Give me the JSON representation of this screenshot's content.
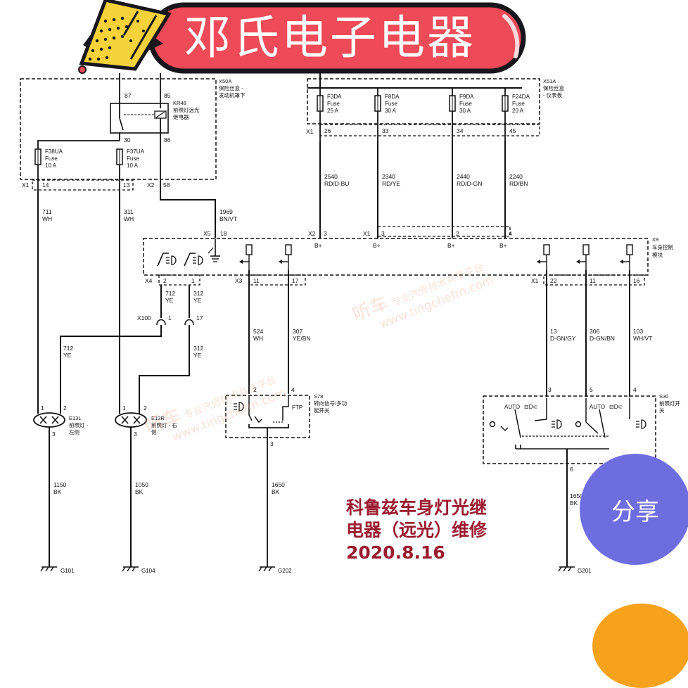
{
  "banner": {
    "title": "邓氏电子电器"
  },
  "caption": {
    "line1": "科鲁兹车身灯光继",
    "line2": "电器（远光）维修",
    "line3": "2020.8.16"
  },
  "share_label": "分享",
  "watermarks": [
    {
      "brand": "听车",
      "tagline": "专业汽修技术共享平台",
      "url": "www.tingchefm.com"
    },
    {
      "brand": "听车",
      "tagline": "专业汽修技术共享平台",
      "url": "www.tingchefm.com"
    }
  ],
  "colors": {
    "banner_fill": "#ef4a57",
    "banner_border": "#17161c",
    "caption": "#9b1b30",
    "share": "#6d6de0",
    "accent_orange": "#f7a21b",
    "party_yellow": "#f6d23a"
  },
  "diagram": {
    "x50a": {
      "id": "X50A",
      "name1": "保险丝盒 -",
      "name2": "发动机罩下"
    },
    "kr48": {
      "id": "KR48",
      "name1": "前照灯远光",
      "name2": "继电器",
      "pins": [
        "87",
        "85",
        "30",
        "86"
      ]
    },
    "f38ua": {
      "id": "F38UA",
      "type": "Fuse",
      "rating": "10 A"
    },
    "f37ua": {
      "id": "F37UA",
      "type": "Fuse",
      "rating": "10 A"
    },
    "x50a_conn": {
      "x1": "X1",
      "p14": "14",
      "p13": "13",
      "x2": "X2",
      "p58": "58"
    },
    "w711": {
      "num": "711",
      "color": "WH"
    },
    "w311": {
      "num": "311",
      "color": "WH"
    },
    "w1969": {
      "num": "1969",
      "color": "BN/VT"
    },
    "x51a": {
      "id": "X51A",
      "name1": "保险丝盒",
      "name2": "- 仪表板"
    },
    "fuses51": [
      {
        "id": "F3DA",
        "type": "Fuse",
        "rating": "25 A",
        "pin": "26"
      },
      {
        "id": "F8DA",
        "type": "Fuse",
        "rating": "30 A",
        "pin": "33"
      },
      {
        "id": "F9DA",
        "type": "Fuse",
        "rating": "30 A",
        "pin": "34"
      },
      {
        "id": "F24DA",
        "type": "Fuse",
        "rating": "20 A",
        "pin": "45"
      }
    ],
    "x51a_conn": "X1",
    "bwires": [
      {
        "num": "2540",
        "color": "RD/D-BU"
      },
      {
        "num": "2340",
        "color": "RD/YE"
      },
      {
        "num": "2440",
        "color": "RD/D-GN"
      },
      {
        "num": "2240",
        "color": "RD/BN"
      }
    ],
    "x9": {
      "id": "X9",
      "name1": "车身控制",
      "name2": "模块"
    },
    "x9_top": {
      "x5": "X5",
      "p18": "18",
      "x2": "X2",
      "p3": "3",
      "x1": "X1",
      "p3b": "3",
      "p2": "2",
      "p4": "4",
      "bplus": "B+"
    },
    "x9_bot": {
      "x4": "X4",
      "p2": "2",
      "p1": "1",
      "x3": "X3",
      "p11": "11",
      "p17": "17",
      "x1": "X1",
      "p22": "22",
      "p11b": "11",
      "p16": "16"
    },
    "w712": {
      "num": "712",
      "color": "YE"
    },
    "w312": {
      "num": "312",
      "color": "YE"
    },
    "w712b": {
      "num": "712",
      "color": "YE"
    },
    "w312b": {
      "num": "312",
      "color": "YE"
    },
    "x100": {
      "id": "X100",
      "p1": "1",
      "p17": "17"
    },
    "w524": {
      "num": "524",
      "color": "WH"
    },
    "w307": {
      "num": "307",
      "color": "YE/BN"
    },
    "w13": {
      "num": "13",
      "color": "D-GN/GY"
    },
    "w306": {
      "num": "306",
      "color": "D-GN/BN"
    },
    "w103": {
      "num": "103",
      "color": "WH/VT"
    },
    "e13l": {
      "id": "E13L",
      "name1": "前照灯 -",
      "name2": "左侧",
      "p1": "1",
      "p2": "2",
      "p3": "3"
    },
    "e13r": {
      "id": "E13R",
      "name1": "前照灯 - 右",
      "name2": "侧",
      "p1": "1",
      "p2": "2",
      "p3": "3"
    },
    "s78": {
      "id": "S78",
      "name1": "转向信号/多功",
      "name2": "能开关",
      "p2": "2",
      "p4": "4",
      "p3": "3",
      "ftp": "FTP"
    },
    "s30": {
      "id": "S30",
      "name1": "前照灯开",
      "name2": "关",
      "p3": "3",
      "p5": "5",
      "p4": "4",
      "p6": "6",
      "auto1": "AUTO",
      "auto2": "AUTO"
    },
    "w1150": {
      "num": "1150",
      "color": "BK"
    },
    "w1050": {
      "num": "1050",
      "color": "BK"
    },
    "w1650a": {
      "num": "1650",
      "color": "BK"
    },
    "w1650b": {
      "num": "1650",
      "color": "BK"
    },
    "grounds": [
      "G101",
      "G104",
      "G202",
      "G201"
    ]
  }
}
